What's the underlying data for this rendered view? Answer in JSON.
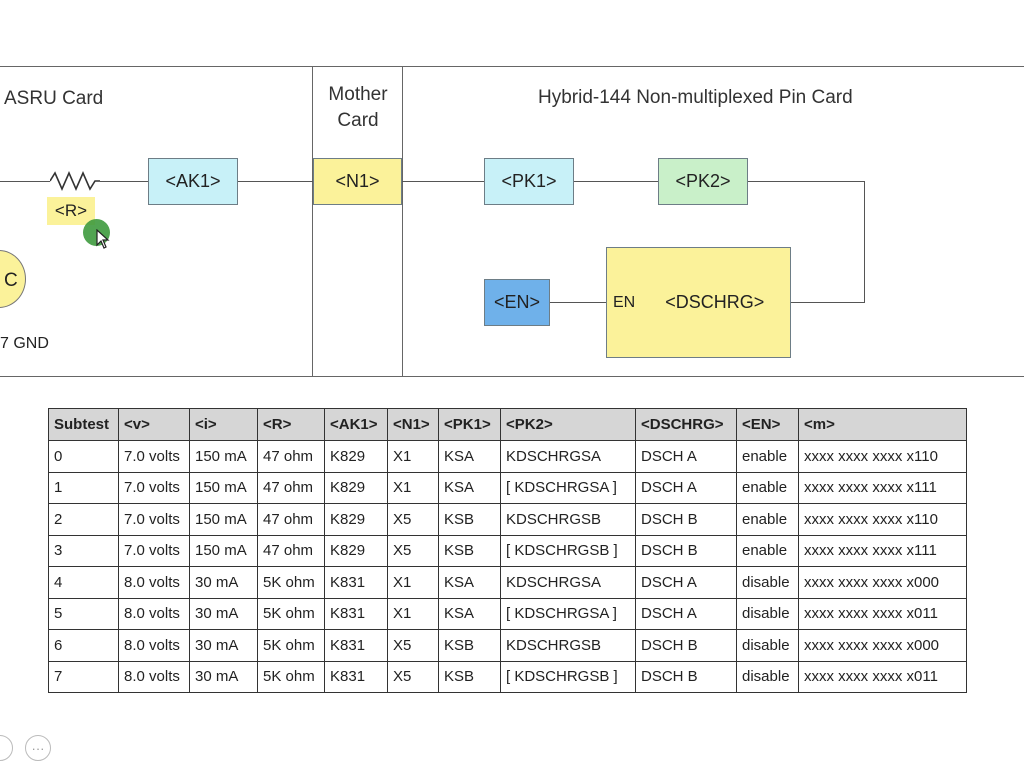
{
  "diagram": {
    "asru_title": "ASRU Card",
    "mother_title": "Mother Card",
    "hybrid_title": "Hybrid-144 Non-multiplexed Pin Card",
    "resistor_label": "<R>",
    "source_label": "C",
    "gnd_label": "7 GND",
    "ak1_label": "<AK1>",
    "n1_label": "<N1>",
    "pk1_label": "<PK1>",
    "pk2_label": "<PK2>",
    "en_box_label": "<EN>",
    "en_pin_label": "EN",
    "dschrg_label": "<DSCHRG>"
  },
  "table": {
    "headers": [
      "Subtest",
      "<v>",
      "<i>",
      "<R>",
      "<AK1>",
      "<N1>",
      "<PK1>",
      "<PK2>",
      "<DSCHRG>",
      "<EN>",
      "<m>"
    ],
    "rows": [
      [
        "0",
        "7.0 volts",
        "150 mA",
        "47 ohm",
        "K829",
        "X1",
        "KSA",
        "KDSCHRGSA",
        "DSCH A",
        "enable",
        "xxxx xxxx xxxx x110"
      ],
      [
        "1",
        "7.0 volts",
        "150 mA",
        "47 ohm",
        "K829",
        "X1",
        "KSA",
        "[ KDSCHRGSA ]",
        "DSCH A",
        "enable",
        "xxxx xxxx xxxx x111"
      ],
      [
        "2",
        "7.0 volts",
        "150 mA",
        "47 ohm",
        "K829",
        "X5",
        "KSB",
        "KDSCHRGSB",
        "DSCH B",
        "enable",
        "xxxx xxxx xxxx x110"
      ],
      [
        "3",
        "7.0 volts",
        "150 mA",
        "47 ohm",
        "K829",
        "X5",
        "KSB",
        "[ KDSCHRGSB ]",
        "DSCH B",
        "enable",
        "xxxx xxxx xxxx x111"
      ],
      [
        "4",
        "8.0 volts",
        "30 mA",
        "5K ohm",
        "K831",
        "X1",
        "KSA",
        "KDSCHRGSA",
        "DSCH A",
        "disable",
        "xxxx xxxx xxxx x000"
      ],
      [
        "5",
        "8.0 volts",
        "30 mA",
        "5K ohm",
        "K831",
        "X1",
        "KSA",
        "[ KDSCHRGSA ]",
        "DSCH A",
        "disable",
        "xxxx xxxx xxxx x011"
      ],
      [
        "6",
        "8.0 volts",
        "30 mA",
        "5K ohm",
        "K831",
        "X5",
        "KSB",
        "KDSCHRGSB",
        "DSCH B",
        "disable",
        "xxxx xxxx xxxx x000"
      ],
      [
        "7",
        "8.0 volts",
        "30 mA",
        "5K ohm",
        "K831",
        "X5",
        "KSB",
        "[ KDSCHRGSB ]",
        "DSCH B",
        "disable",
        "xxxx xxxx xxxx x011"
      ]
    ]
  },
  "controls": {
    "more_label": "···"
  },
  "colors": {
    "cyan": "#c8f1f8",
    "yellow": "#fbf29a",
    "green": "#c9f0c9",
    "blue": "#6fb1ea",
    "cursor_highlight": "#3e9a3e"
  }
}
